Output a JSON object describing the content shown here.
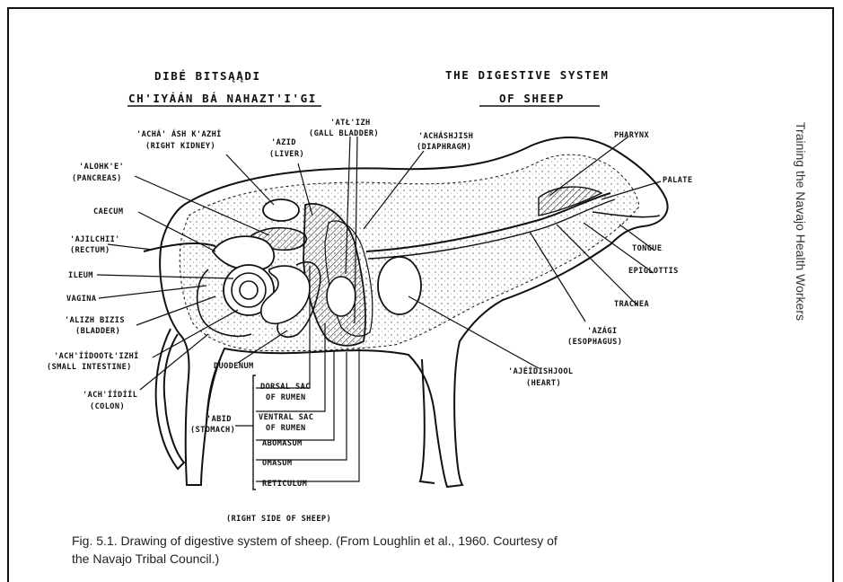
{
  "titles": {
    "navajo_line1": "DIBÉ BITSĄ́ĄDI",
    "navajo_line2": "CH'IYÁÁN BÁ NAHAZT'I'GI",
    "english_line1": "THE DIGESTIVE SYSTEM",
    "english_line2": "OF SHEEP"
  },
  "labels": {
    "right_kidney_navajo": "'ACHÁ' ÁSH K'AZHÍ",
    "right_kidney_english": "(RIGHT KIDNEY)",
    "liver_navajo": "'AZID",
    "liver_english": "(LIVER)",
    "gall_bladder_navajo": "'ATŁ'IZH",
    "gall_bladder_english": "(GALL BLADDER)",
    "diaphragm_navajo": "'ACHÁSHJISH",
    "diaphragm_english": "(DIAPHRAGM)",
    "pancreas_navajo": "'ALOHK'E'",
    "pancreas_english": "(PANCREAS)",
    "caecum": "CAECUM",
    "rectum_navajo": "'AJILCHII'",
    "rectum_english": "(RECTUM)",
    "ileum": "ILEUM",
    "vagina": "VAGINA",
    "bladder_navajo": "'ALIZH BIZIS",
    "bladder_english": "(BLADDER)",
    "small_intestine_navajo": "'ACH'ÍÍDOOTŁ'IZHÍ",
    "small_intestine_english": "(SMALL INTESTINE)",
    "colon_navajo": "'ACH'ÍÍDÍÍL",
    "colon_english": "(COLON)",
    "duodenum": "DUODENUM",
    "stomach_navajo": "'ABID",
    "stomach_english": "(STOMACH)",
    "dorsal_sac_1": "DORSAL SAC",
    "dorsal_sac_2": "OF RUMEN",
    "ventral_sac_1": "VENTRAL SAC",
    "ventral_sac_2": "OF RUMEN",
    "abomasum": "ABOMASUM",
    "omasum": "OMASUM",
    "reticulum": "RETICULUM",
    "pharynx": "PHARYNX",
    "palate": "PALATE",
    "tongue": "TONGUE",
    "epiglottis": "EPIGLOTTIS",
    "trachea": "TRACHEA",
    "esophagus_navajo": "'AZÁGI",
    "esophagus_english": "(ESOPHAGUS)",
    "heart_navajo": "'AJÉÍDISHJOOL",
    "heart_english": "(HEART)",
    "bottom_note": "(RIGHT SIDE OF SHEEP)"
  },
  "side_text": "Training the Navajo Health Workers",
  "caption_line1": "Fig. 5.1. Drawing of digestive system of sheep. (From Loughlin et al., 1960. Courtesy of",
  "caption_line2": "the Navajo Tribal Council.)"
}
